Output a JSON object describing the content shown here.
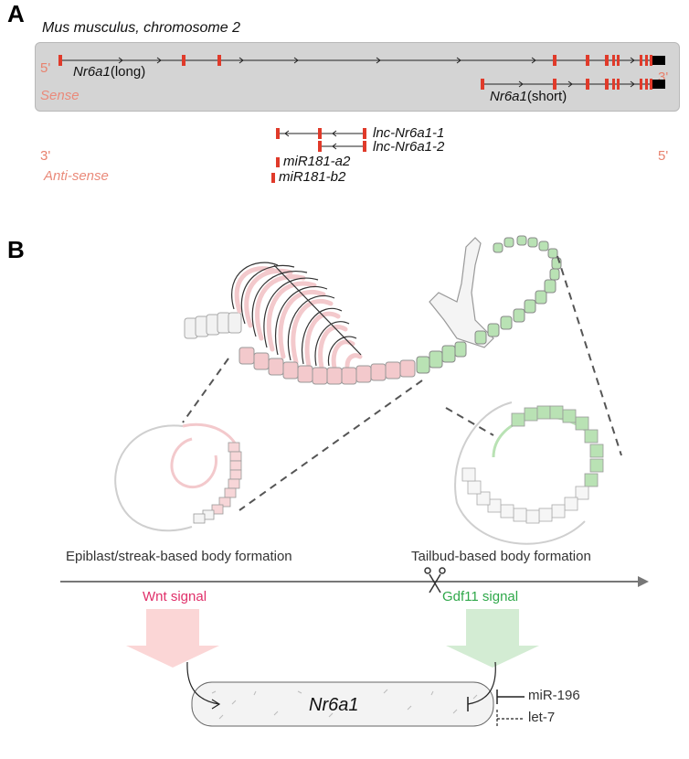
{
  "panel_a": {
    "letter": "A",
    "title": "Mus musculus, chromosome 2",
    "sense": {
      "left_end": "5'",
      "right_end": "3'",
      "strand": "Sense",
      "long_gene": "Nr6a1",
      "long_suffix": "(long)",
      "short_gene": "Nr6a1",
      "short_suffix": "(short)"
    },
    "antisense": {
      "left_end": "3'",
      "right_end": "5'",
      "strand": "Anti-sense",
      "lnc1": "lnc-Nr6a1-1",
      "lnc2": "lnc-Nr6a1-2",
      "mir_a2": "miR181-a2",
      "mir_b2": "miR181-b2"
    }
  },
  "panel_b": {
    "letter": "B",
    "left_phase": "Epiblast/streak-based body formation",
    "right_phase": "Tailbud-based body formation",
    "wnt": "Wnt signal",
    "gdf11": "Gdf11 signal",
    "gene": "Nr6a1",
    "mir196": "miR-196",
    "let7": "let-7"
  },
  "colors": {
    "exon": "#e03a2a",
    "track_bg": "#d4d4d4",
    "label_pink": "#ea8a7a",
    "wnt": "#e0306a",
    "gdf11": "#2fa84a",
    "wnt_arrow": "#fbd6d6",
    "gdf_arrow": "#d3ecd3",
    "rib_pink": "#f3c9cc",
    "vert_green": "#b9e2b4"
  }
}
